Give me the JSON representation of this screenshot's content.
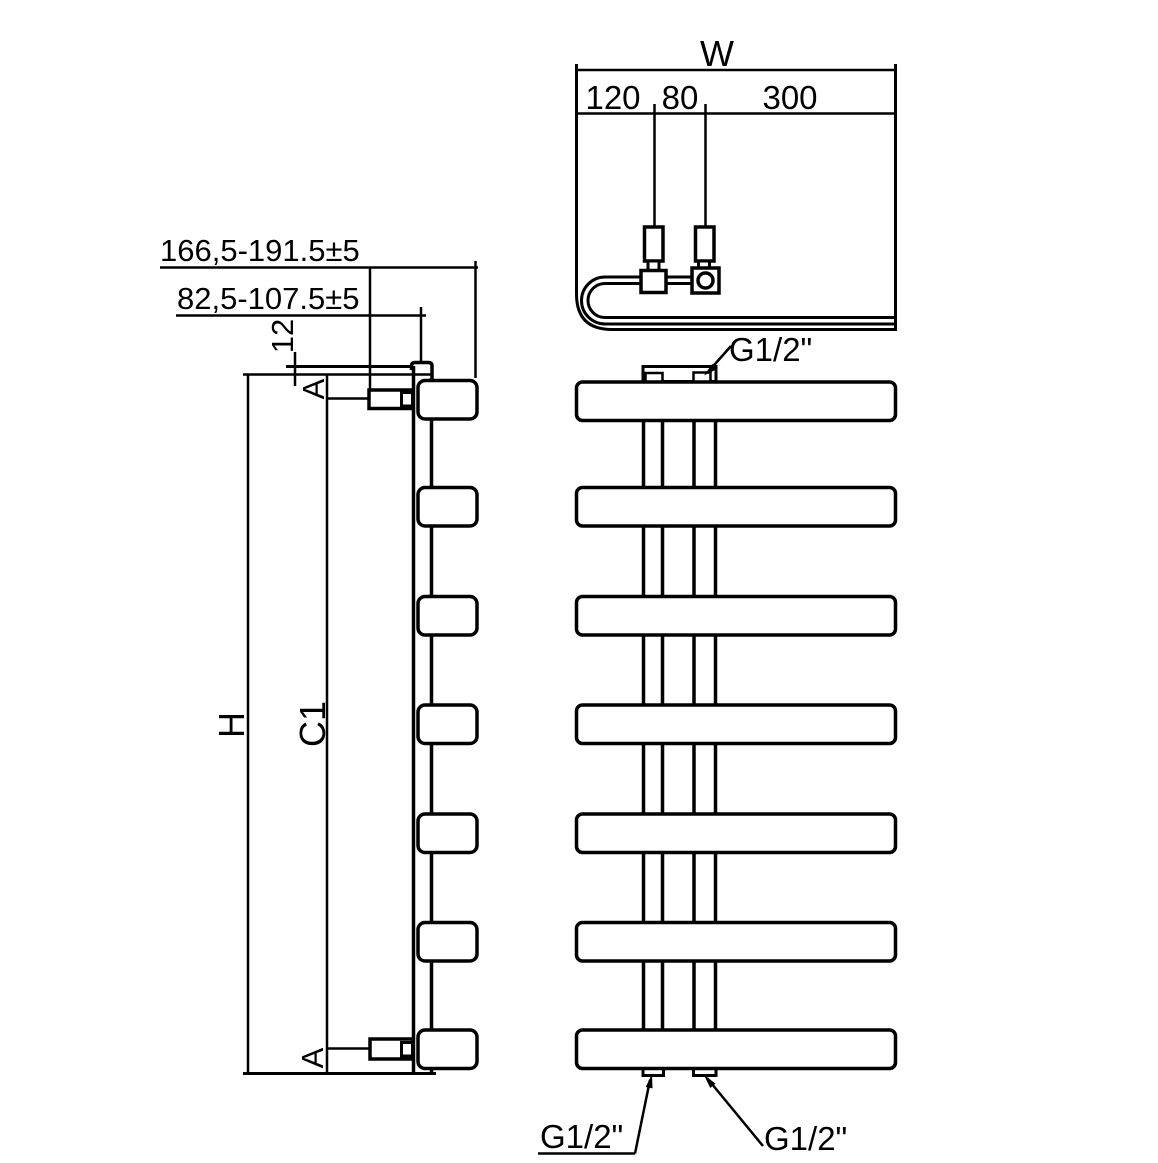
{
  "drawing": {
    "title": "towel-radiator-technical-drawing",
    "colors": {
      "background": "#ffffff",
      "line": "#000000"
    },
    "side_view": {
      "dims": {
        "wall_clearance_max": "166,5-191.5±5",
        "wall_clearance_min": "82,5-107.5±5",
        "plate_offset": "12",
        "overall_height": "H",
        "pitch_centers": "C1",
        "end_offset_top": "A",
        "end_offset_bottom": "A"
      }
    },
    "plan_view": {
      "dims": {
        "overall_width": "W",
        "segment_left": "120",
        "segment_middle": "80",
        "segment_right": "300"
      }
    },
    "front_view": {
      "connections": {
        "top": "G1/2\"",
        "bottom_left": "G1/2\"",
        "bottom_right": "G1/2\""
      }
    }
  }
}
